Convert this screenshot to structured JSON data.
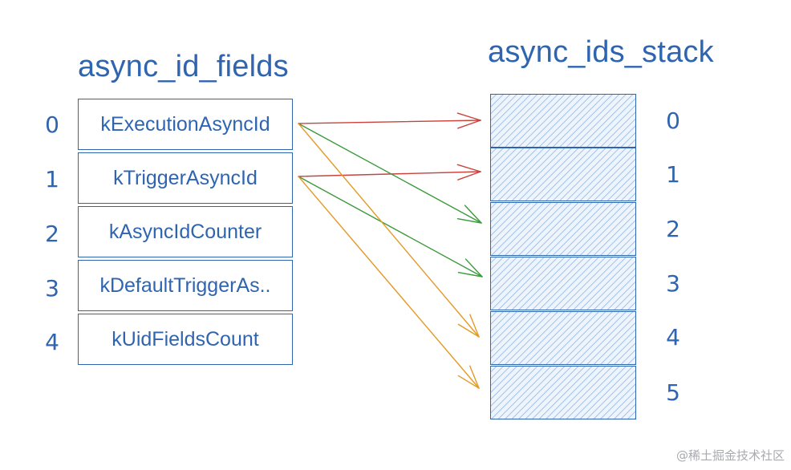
{
  "left_title": "async_id_fields",
  "right_title": "async_ids_stack",
  "fields": [
    {
      "index": "0",
      "label": "kExecutionAsyncId"
    },
    {
      "index": "1",
      "label": "kTriggerAsyncId"
    },
    {
      "index": "2",
      "label": "kAsyncIdCounter"
    },
    {
      "index": "3",
      "label": "kDefaultTriggerAs.."
    },
    {
      "index": "4",
      "label": "kUidFieldsCount"
    }
  ],
  "stack_slots": [
    "0",
    "1",
    "2",
    "3",
    "4",
    "5"
  ],
  "watermark": "@稀土掘金技术社区",
  "arrows": [
    {
      "from_field": 0,
      "to_slot": 0,
      "color": "#c9433b"
    },
    {
      "from_field": 1,
      "to_slot": 1,
      "color": "#c9433b"
    },
    {
      "from_field": 0,
      "to_slot": 2,
      "color": "#3b9a3b"
    },
    {
      "from_field": 1,
      "to_slot": 3,
      "color": "#3b9a3b"
    },
    {
      "from_field": 0,
      "to_slot": 4,
      "color": "#e39a26"
    },
    {
      "from_field": 1,
      "to_slot": 5,
      "color": "#e39a26"
    }
  ]
}
